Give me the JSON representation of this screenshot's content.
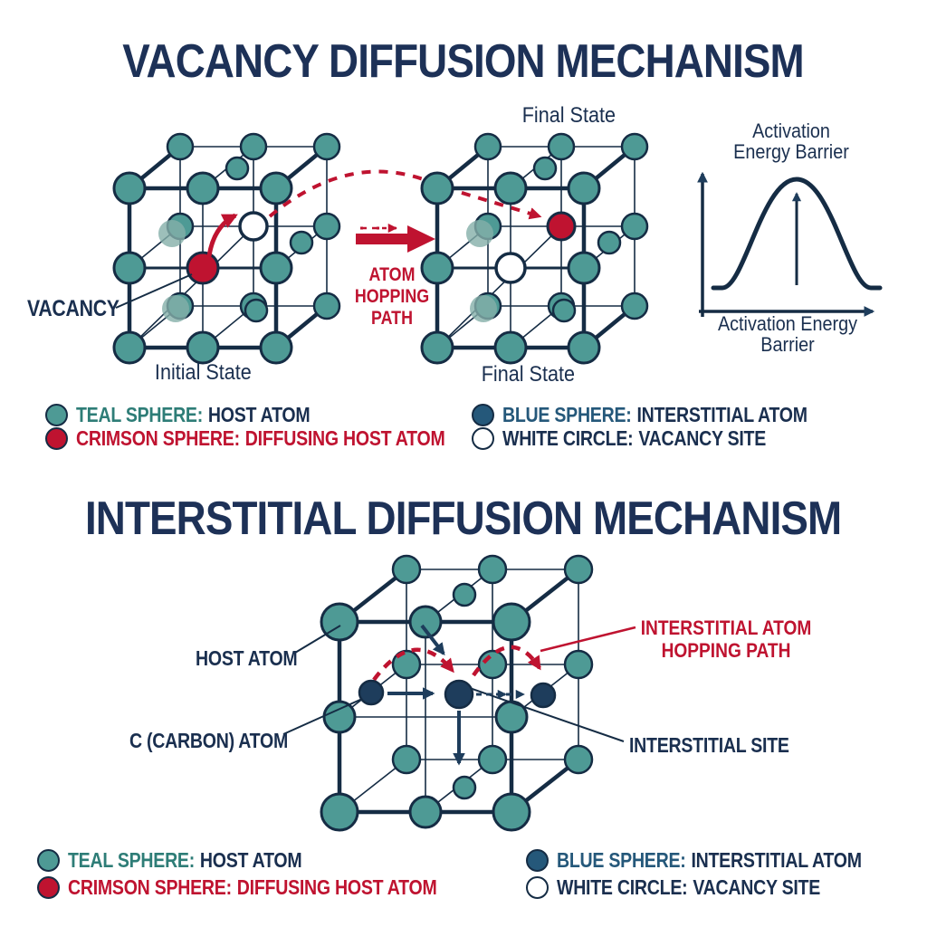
{
  "colors": {
    "navy": "#1d3157",
    "text_navy": "#1a2f4f",
    "edge": "#152c44",
    "teal": "#4e9a95",
    "teal_faded": "#84afa9",
    "crimson": "#bf1330",
    "blue_atom": "#1e3d5c",
    "steel_blue": "#25587a",
    "background": "#ffffff"
  },
  "vacancy_section": {
    "title": "VACANCY DIFFUSION MECHANISM",
    "vacancy_label": "VACANCY",
    "initial_state_label": "Initial State",
    "final_state_label_top": "Final State",
    "final_state_label_bottom": "Final State",
    "hopping_arrow_label": "ATOM HOPPING PATH",
    "energy_plot": {
      "label_top": "Activation Energy Barrier",
      "label_bottom": "Activation Energy Barrier"
    }
  },
  "legend_top": {
    "items": [
      {
        "prefix": "TEAL SPHERE:",
        "suffix": "HOST ATOM",
        "swatch": "teal-sphere"
      },
      {
        "prefix": "CRIMSON SPHERE:",
        "suffix": "DIFFUSING HOST ATOM",
        "swatch": "crimson-sphere"
      },
      {
        "prefix": "BLUE SPHERE:",
        "suffix": "INTERSTITIAL ATOM",
        "swatch": "blue-sphere"
      },
      {
        "prefix": "WHITE CIRCLE:",
        "suffix": "VACANCY SITE",
        "swatch": "white-circle"
      }
    ]
  },
  "interstitial_section": {
    "title": "INTERSTITIAL DIFFUSION MECHANISM",
    "host_atom_label": "HOST ATOM",
    "carbon_atom_label": "C (CARBON) ATOM",
    "interstitial_site_label": "INTERSTITIAL SITE",
    "hopping_path_label": "INTERSTITIAL ATOM HOPPING PATH"
  },
  "legend_bottom": {
    "items": [
      {
        "prefix": "TEAL SPHERE:",
        "suffix": "HOST ATOM",
        "swatch": "teal-sphere"
      },
      {
        "prefix": "CRIMSON SPHERE:",
        "suffix": "DIFFUSING HOST ATOM",
        "swatch": "crimson-sphere"
      },
      {
        "prefix": "BLUE SPHERE:",
        "suffix": "INTERSTITIAL ATOM",
        "swatch": "blue-sphere"
      },
      {
        "prefix": "WHITE CIRCLE:",
        "suffix": "VACANCY SITE",
        "swatch": "white-circle"
      }
    ]
  }
}
